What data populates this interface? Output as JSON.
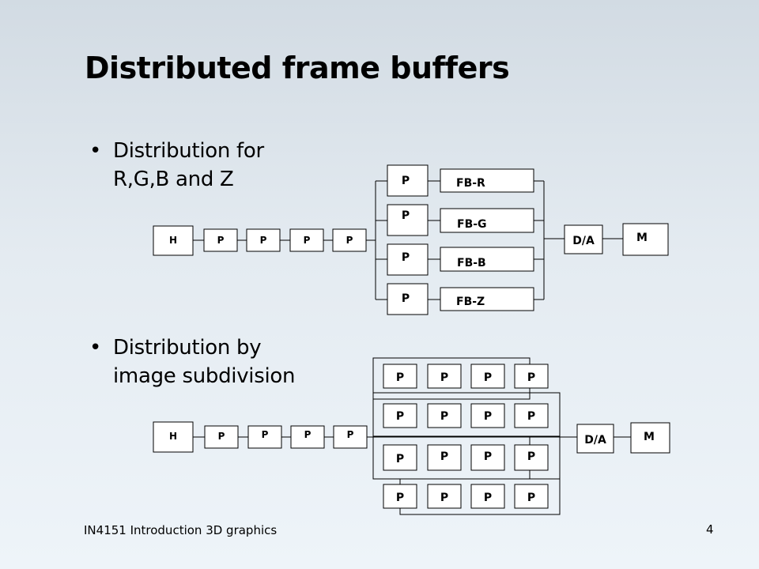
{
  "slide": {
    "title": "Distributed frame buffers",
    "bullet_symbol": "•",
    "bullets": [
      {
        "lines": [
          "Distribution for",
          "R,G,B and Z"
        ]
      },
      {
        "lines": [
          "Distribution by",
          "image subdivision"
        ]
      }
    ],
    "footer": "IN4151  Introduction 3D graphics",
    "page_number": "4"
  },
  "diagram1": {
    "host": "H",
    "pipeline": [
      "P",
      "P",
      "P",
      "P"
    ],
    "branches": [
      {
        "proc": "P",
        "buffer": "FB-R"
      },
      {
        "proc": "P",
        "buffer": "FB-G"
      },
      {
        "proc": "P",
        "buffer": "FB-B"
      },
      {
        "proc": "P",
        "buffer": "FB-Z"
      }
    ],
    "converter": "D/A",
    "monitor": "M"
  },
  "diagram2": {
    "host": "H",
    "pipeline": [
      "P",
      "P",
      "P",
      "P"
    ],
    "grid": [
      [
        "P",
        "P",
        "P",
        "P"
      ],
      [
        "P",
        "P",
        "P",
        "P"
      ],
      [
        "P",
        "P",
        "P",
        "P"
      ],
      [
        "P",
        "P",
        "P",
        "P"
      ]
    ],
    "converter": "D/A",
    "monitor": "M"
  }
}
